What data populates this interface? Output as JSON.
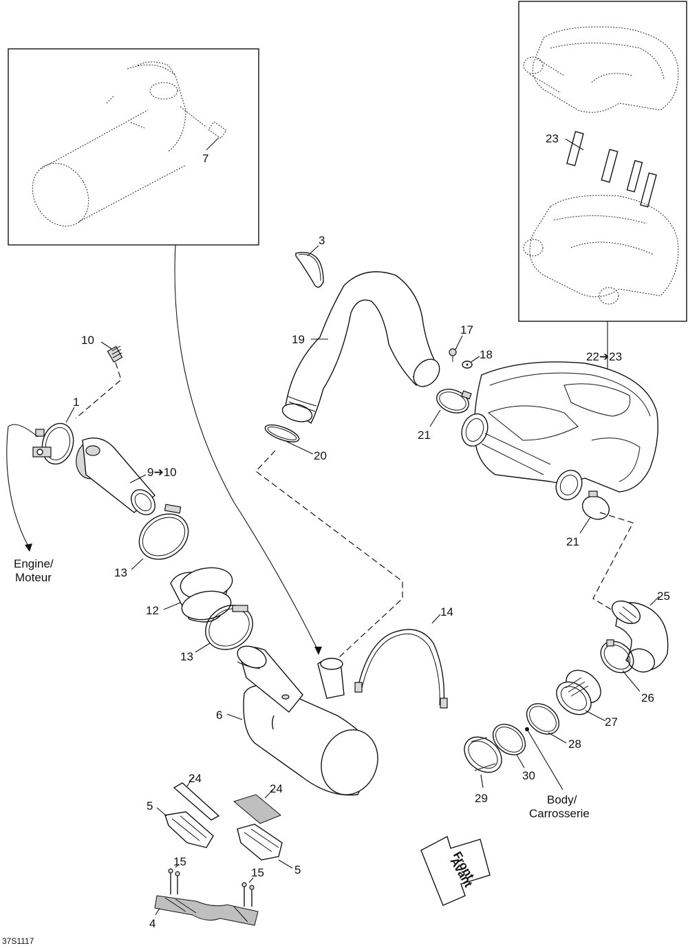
{
  "diagram_code": "37S1117",
  "callouts": {
    "c1": "1",
    "c3": "3",
    "c4": "4",
    "c5a": "5",
    "c5b": "5",
    "c6": "6",
    "c7": "7",
    "c9": "9➔10",
    "c10": "10",
    "c12": "12",
    "c13a": "13",
    "c13b": "13",
    "c14": "14",
    "c15a": "15",
    "c15b": "15",
    "c17": "17",
    "c18": "18",
    "c19": "19",
    "c20": "20",
    "c21a": "21",
    "c21b": "21",
    "c22": "22➔23",
    "c23": "23",
    "c24a": "24",
    "c24b": "24",
    "c25": "25",
    "c26": "26",
    "c27": "27",
    "c28": "28",
    "c29": "29",
    "c30": "30"
  },
  "notes": {
    "engine_line1": "Engine/",
    "engine_line2": "Moteur",
    "body_line1": "Body/",
    "body_line2": "Carrosserie",
    "front_line1": "Front",
    "front_line2": "Avant"
  }
}
